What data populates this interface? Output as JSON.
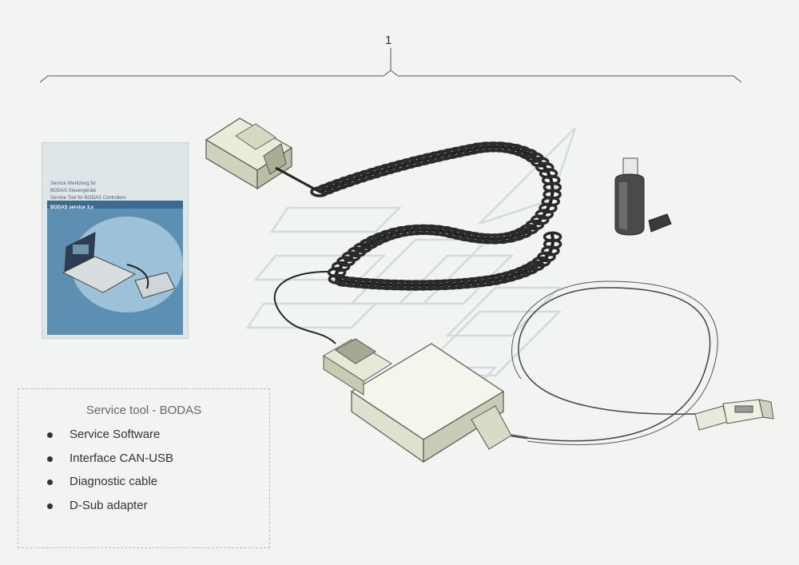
{
  "callout": {
    "number": "1"
  },
  "booklet": {
    "lines": [
      "Service Werkzeug für",
      "BODAS Steuergeräte",
      "Service Tool for BODAS Controllers",
      "BODAS service 3.x"
    ]
  },
  "legend": {
    "title": "Service tool - BODAS",
    "items": [
      "Service Software",
      "Interface CAN-USB",
      "Diagnostic cable",
      "D-Sub adapter"
    ]
  },
  "icons": [
    "dsub-connector-icon",
    "coiled-cable-icon",
    "usb-stick-icon",
    "can-usb-interface-icon",
    "usb-plug-icon"
  ]
}
